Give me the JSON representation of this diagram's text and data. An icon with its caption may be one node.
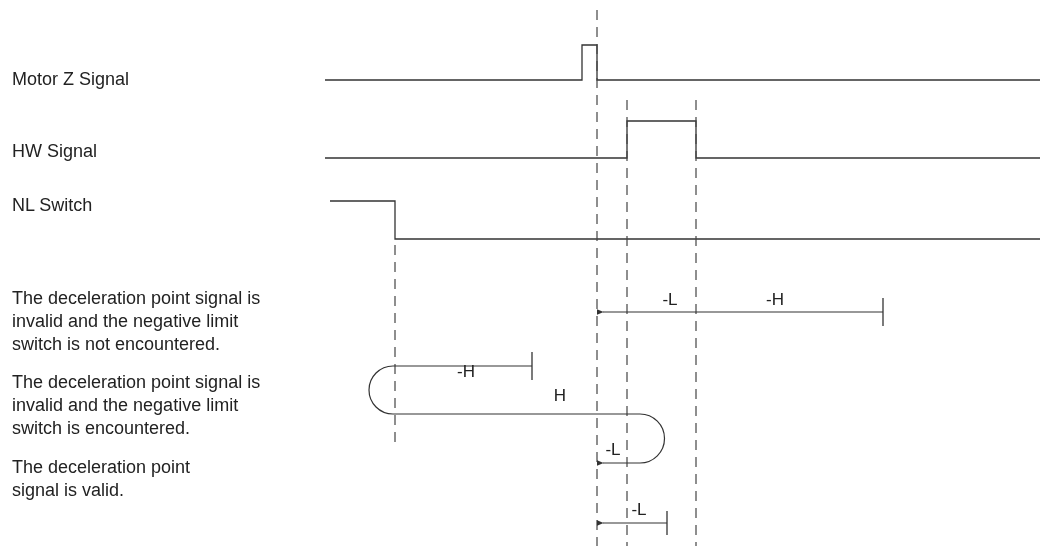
{
  "diagram": {
    "labels": [
      "Motor Z Signal",
      "HW Signal",
      "NL Switch",
      "The deceleration point signal is invalid and the negative limit switch is not encountered.",
      "-L",
      "-H",
      "-H",
      "The deceleration point signal is invalid and the negative limit switch is encountered.",
      "H",
      "-L",
      "The deceleration point signal is valid.",
      "-L"
    ]
  }
}
